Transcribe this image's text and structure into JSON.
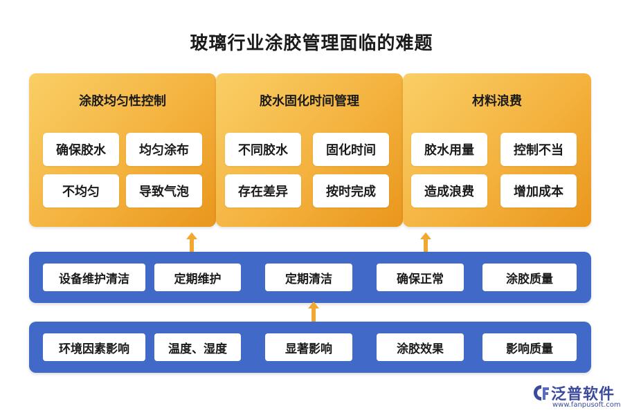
{
  "title": "玻璃行业涂胶管理面临的难题",
  "panels": [
    {
      "title": "涂胶均匀性控制",
      "items": [
        "确保胶水",
        "均匀涂布",
        "不均匀",
        "导致气泡"
      ]
    },
    {
      "title": "胶水固化时间管理",
      "items": [
        "不同胶水",
        "固化时间",
        "存在差异",
        "按时完成"
      ]
    },
    {
      "title": "材料浪费",
      "items": [
        "胶水用量",
        "控制不当",
        "造成浪费",
        "增加成本"
      ]
    }
  ],
  "band1": [
    "设备维护清洁",
    "定期维护",
    "定期清洁",
    "确保正常",
    "涂胶质量"
  ],
  "band2": [
    "环境因素影响",
    "温度、湿度",
    "显著影响",
    "涂胶效果",
    "影响质量"
  ],
  "logo": {
    "name": "泛普软件",
    "url": "www.fanpusoft.com"
  },
  "colors": {
    "panel": "#f4b23e",
    "band": "#4169c7",
    "arrow": "#f0a830",
    "logo": "#3b4a9b"
  }
}
